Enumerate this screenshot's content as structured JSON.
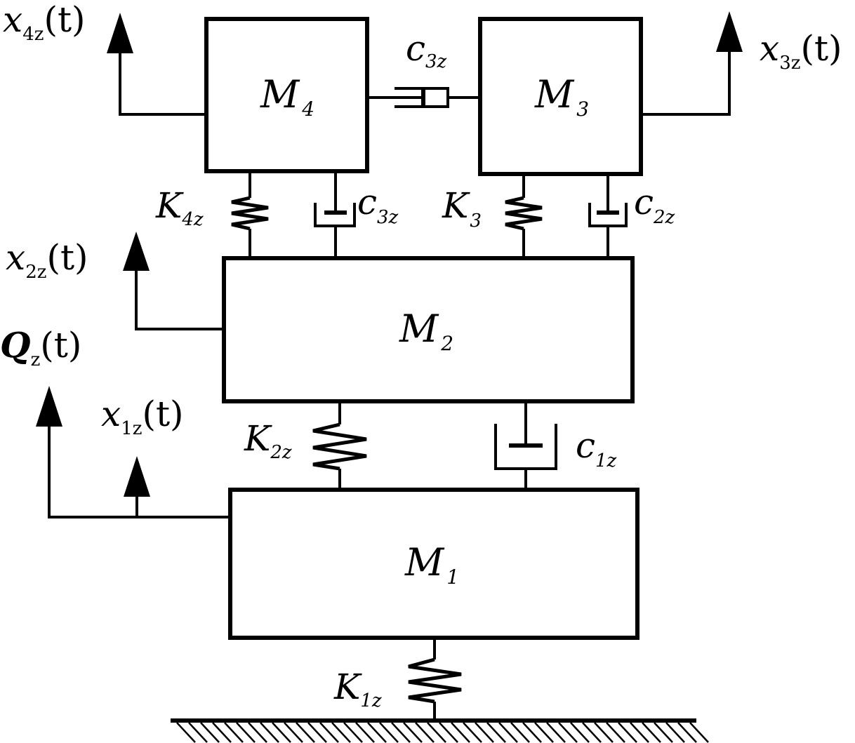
{
  "diagram": {
    "masses": {
      "m1": {
        "label": "M",
        "sub": "1"
      },
      "m2": {
        "label": "M",
        "sub": "2"
      },
      "m3": {
        "label": "M",
        "sub": "3"
      },
      "m4": {
        "label": "M",
        "sub": "4"
      }
    },
    "springs": {
      "k1z": {
        "label": "K",
        "sub": "1z"
      },
      "k2z": {
        "label": "K",
        "sub": "2z"
      },
      "k3": {
        "label": "K",
        "sub": "3"
      },
      "k4z": {
        "label": "K",
        "sub": "4z"
      }
    },
    "dampers": {
      "c1z": {
        "label": "c",
        "sub": "1z"
      },
      "c2z": {
        "label": "c",
        "sub": "2z"
      },
      "c3z_left": {
        "label": "c",
        "sub": "3z"
      },
      "c3z_top": {
        "label": "c",
        "sub": "3z"
      }
    },
    "displacements": {
      "x1z": {
        "var": "x",
        "sub": "1z",
        "arg": "(t)"
      },
      "x2z": {
        "var": "x",
        "sub": "2z",
        "arg": "(t)"
      },
      "x3z": {
        "var": "x",
        "sub": "3z",
        "arg": "(t)"
      },
      "x4z": {
        "var": "x",
        "sub": "4z",
        "arg": "(t)"
      },
      "qz": {
        "var": "Q",
        "sub": "z",
        "arg": "(t)"
      }
    }
  }
}
